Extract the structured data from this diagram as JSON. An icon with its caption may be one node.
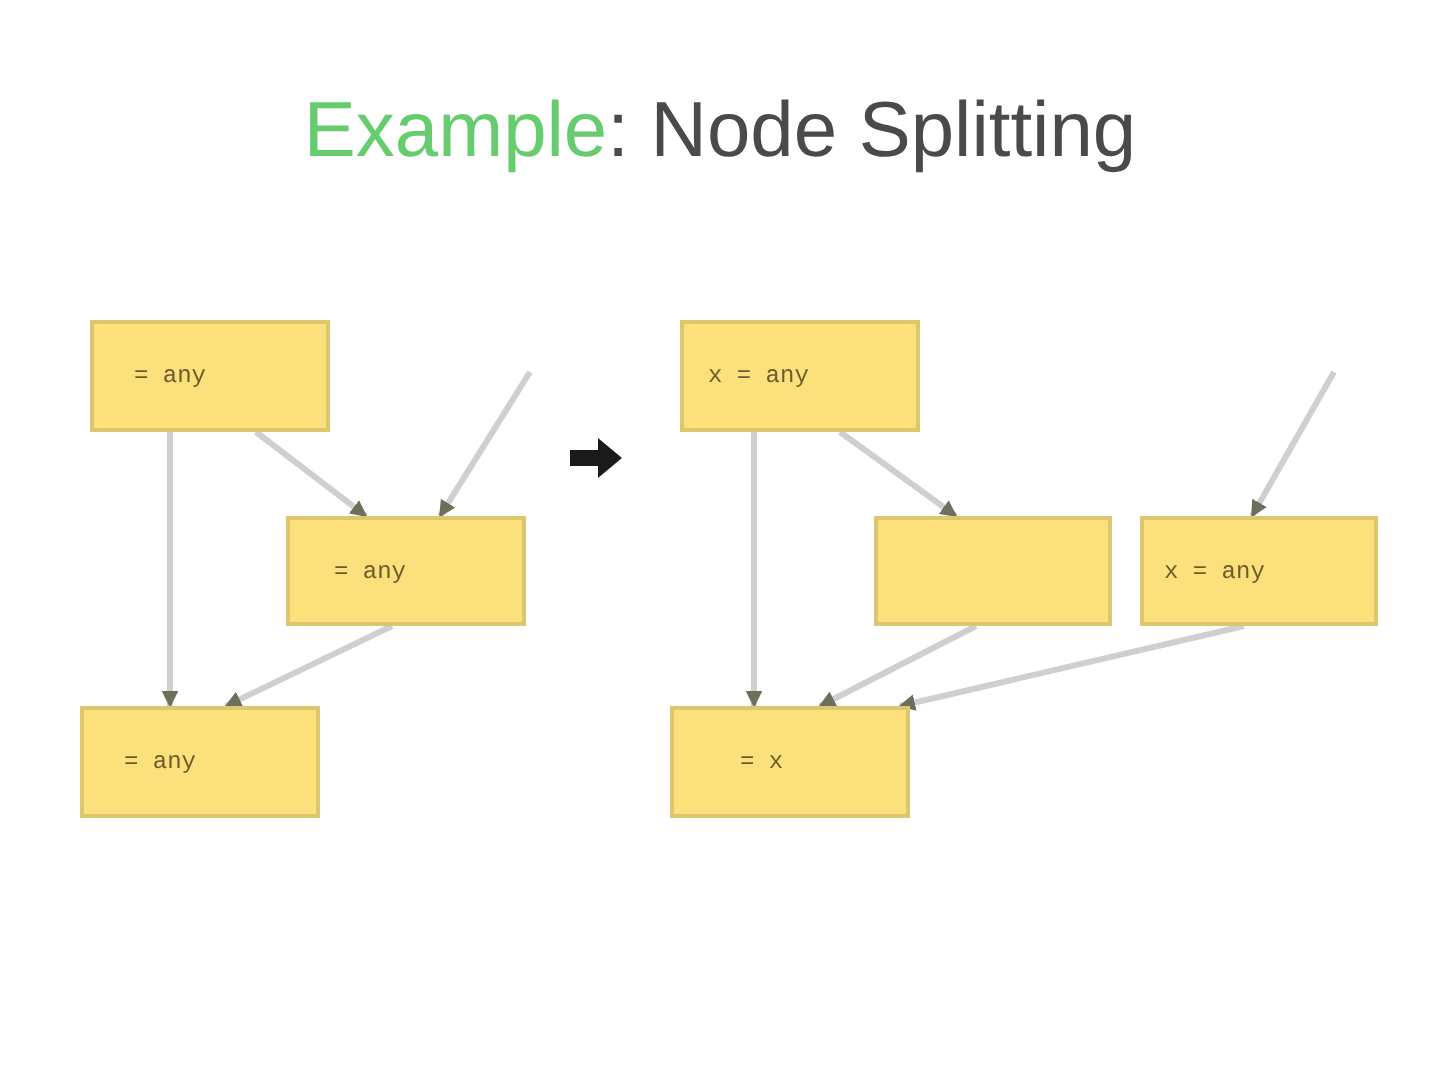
{
  "diagram": {
    "title": "Example: Node Splitting",
    "nodes": [
      {
        "text": [
          "= any"
        ]
      },
      {
        "text": [
          "= any"
        ]
      },
      {
        "text": [
          "= any"
        ]
      },
      {
        "text": [
          "x = any"
        ]
      },
      {
        "text": [],
        "shape": "box"
      },
      {
        "text": [
          "x = any"
        ]
      },
      {
        "text": [
          "= x"
        ]
      }
    ],
    "edges": [
      {
        "from": 0,
        "to": 1,
        "arrow": "to"
      },
      {
        "from": null,
        "to": 1,
        "arrow": "to"
      },
      {
        "from": 0,
        "to": 2,
        "arrow": "to"
      },
      {
        "from": 1,
        "to": 2,
        "arrow": "to"
      },
      {
        "from": 3,
        "to": 4,
        "arrow": "to"
      },
      {
        "from": null,
        "to": 5,
        "arrow": "to"
      },
      {
        "from": 3,
        "to": 6,
        "arrow": "to"
      },
      {
        "from": 4,
        "to": 6,
        "arrow": "to"
      },
      {
        "from": 5,
        "to": 6,
        "arrow": "to"
      }
    ]
  }
}
